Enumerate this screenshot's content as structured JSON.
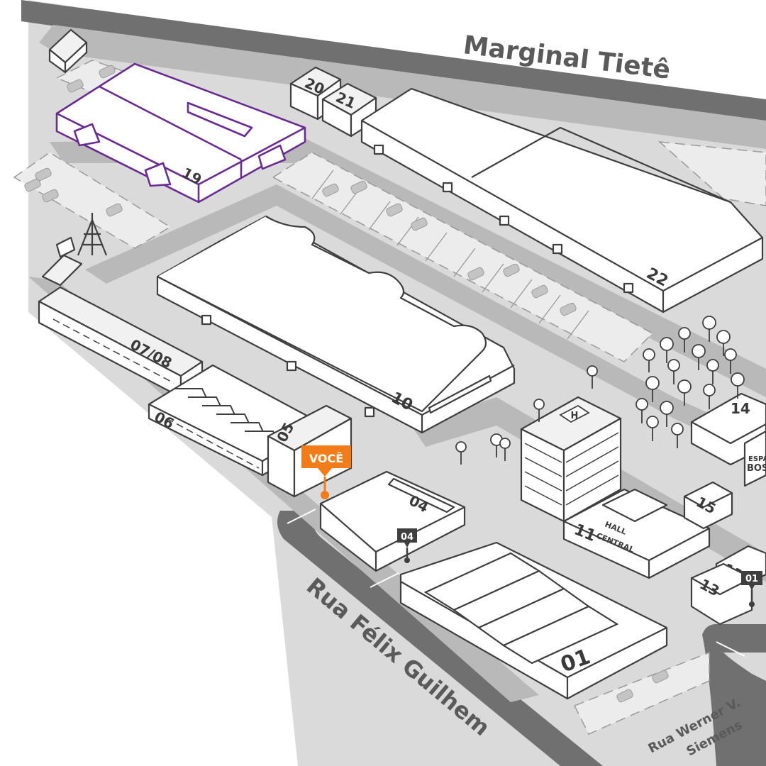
{
  "streets": {
    "north": "Marginal Tietê",
    "southwest": "Rua Félix Guilhem",
    "southeast_line1": "Rua Werner V.",
    "southeast_line2": "Siemens"
  },
  "buildings": {
    "b19": "19",
    "b20": "20",
    "b21": "21",
    "b22": "22",
    "b10": "10",
    "b0708": "07/08",
    "b06": "06",
    "b05": "05",
    "b04": "04",
    "b01": "01",
    "b11": "11",
    "hall_line1": "HALL",
    "hall_line2": "CENTRAL",
    "b15": "15",
    "b14": "14",
    "b12": "12",
    "b13": "13",
    "espaco_line1": "ESPA",
    "espaco_line2": "BOS",
    "helipad": "H"
  },
  "markers": {
    "you_are_here": "VOCÊ",
    "entrance_04": "04",
    "entrance_01": "01"
  },
  "colors": {
    "highlight": "#6b2c91",
    "you_marker": "#f07d1a",
    "road_dark": "#707070",
    "road": "#b9b9b9",
    "block": "#dadada"
  }
}
